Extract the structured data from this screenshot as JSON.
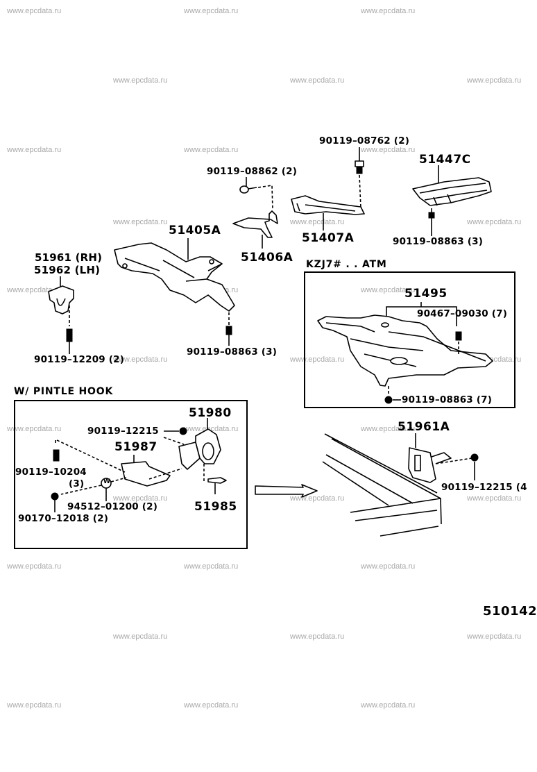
{
  "watermark": "www.epcdata.ru",
  "diagram_id": "510142",
  "insets": {
    "atm": {
      "title": "KZJ7# . . ATM"
    },
    "pintle": {
      "title": "W/ PINTLE  HOOK"
    }
  },
  "parts": {
    "p90119_08762": "90119–08762 (2)",
    "p51447C": "51447C",
    "p90119_08862": "90119–08862 (2)",
    "p51407A": "51407A",
    "p90119_08863_top": "90119–08863 (3)",
    "p51405A": "51405A",
    "p51406A": "51406A",
    "p51961": "51961 (RH)",
    "p51962": "51962 (LH)",
    "p90119_12209": "90119–12209 (2)",
    "p90119_08863_mid": "90119–08863 (3)",
    "p51495": "51495",
    "p90467_09030": "90467–09030 (7)",
    "p90119_08863_atm": "90119–08863 (7)",
    "p51980": "51980",
    "p90119_12215_pintle": "90119–12215",
    "p51987": "51987",
    "p90119_10204": "90119–10204",
    "p90119_10204_qty": "(3)",
    "p94512_01200": "94512–01200 (2)",
    "p90170_12018": "90170–12018 (2)",
    "p51985": "51985",
    "p51961A": "51961A",
    "p90119_12215_frame": "90119–12215 (4"
  },
  "icons": {
    "washer_mark": "W"
  }
}
